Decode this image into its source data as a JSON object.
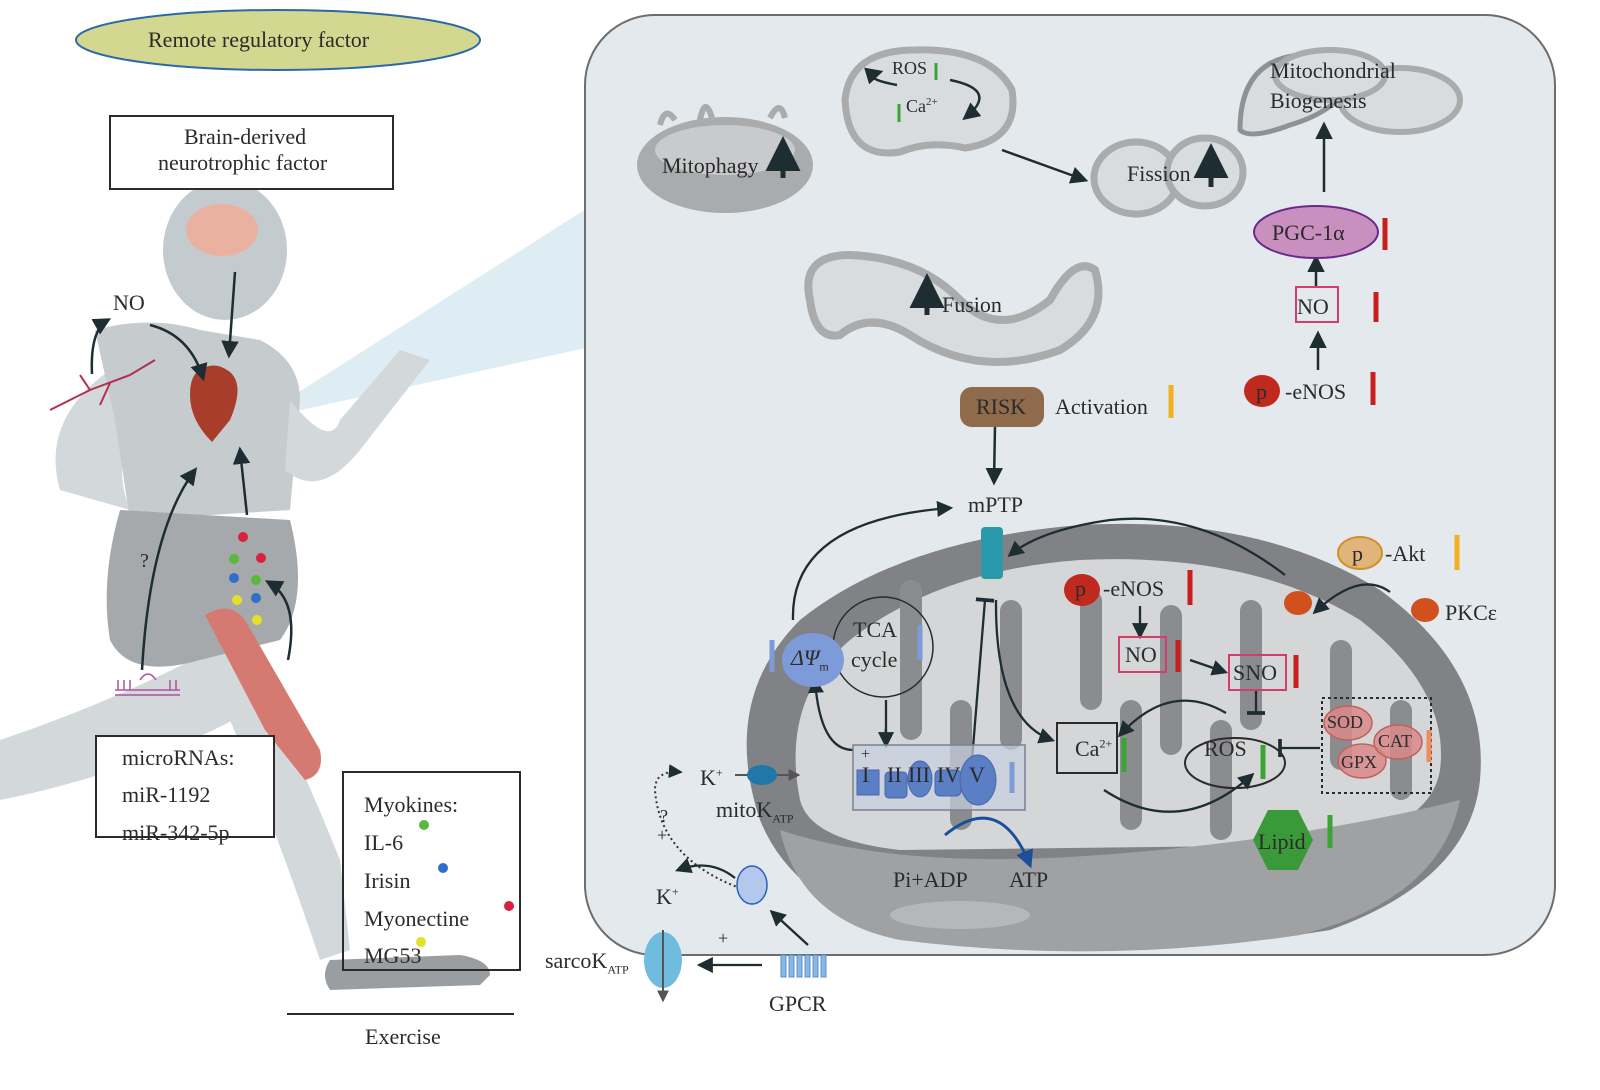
{
  "left_panel": {
    "title": "Remote regulatory factor",
    "bdnf": [
      "Brain-derived",
      "neurotrophic factor"
    ],
    "no_label": "NO",
    "question": "?",
    "microrna_box": {
      "heading": "microRNAs:",
      "items": [
        "miR-1192",
        "miR-342-5p"
      ]
    },
    "myokines_box": {
      "heading": "Myokines:",
      "items": [
        {
          "name": "IL-6",
          "color": "#5cb83c"
        },
        {
          "name": "Irisin",
          "color": "#2e6fc7"
        },
        {
          "name": "Myonectine",
          "color": "#d9203f"
        },
        {
          "name": "MG53",
          "color": "#e3e02a"
        }
      ]
    },
    "exercise": "Exercise"
  },
  "top_processes": {
    "mitophagy": "Mitophagy",
    "ros": "ROS",
    "ca": "Ca",
    "ca_sup": "2+",
    "fission": "Fission",
    "fusion": "Fusion",
    "biogenesis": [
      "Mitochondrial",
      "Biogenesis"
    ],
    "pgc": "PGC-1α",
    "no": "NO",
    "p": "p",
    "enos": "-eNOS"
  },
  "risk": {
    "label": "RISK",
    "activation": "Activation"
  },
  "mito": {
    "mptp": "mPTP",
    "tca": [
      "TCA",
      "cycle"
    ],
    "dpsi": "ΔΨ",
    "dpsi_sub": "m",
    "complexes": [
      "I",
      "II",
      "III",
      "IV",
      "V"
    ],
    "plus": "+",
    "p": "p",
    "enos": "-eNOS",
    "no": "NO",
    "sno": "SNO",
    "akt": "-Akt",
    "pkc": "PKCε",
    "ca": "Ca",
    "ca_sup": "2+",
    "ros": "ROS",
    "sod": "SOD",
    "cat": "CAT",
    "gpx": "GPX",
    "lipid": "Lipid",
    "pi_adp": "Pi+ADP",
    "atp": "ATP"
  },
  "channels": {
    "k_plus": "K",
    "k_sup": "+",
    "mitok": "mitoK",
    "sarcok": "sarcoK",
    "atp_sub": "ATP",
    "question": "?",
    "plus": "+",
    "gpcr": "GPCR"
  },
  "colors": {
    "arrow_dark": "#1e2d32",
    "up_red": "#c81e1e",
    "down_green": "#3aa535",
    "up_orange": "#f0b020",
    "up_blue": "#7d9bd8",
    "up_salmon": "#f08a60"
  }
}
